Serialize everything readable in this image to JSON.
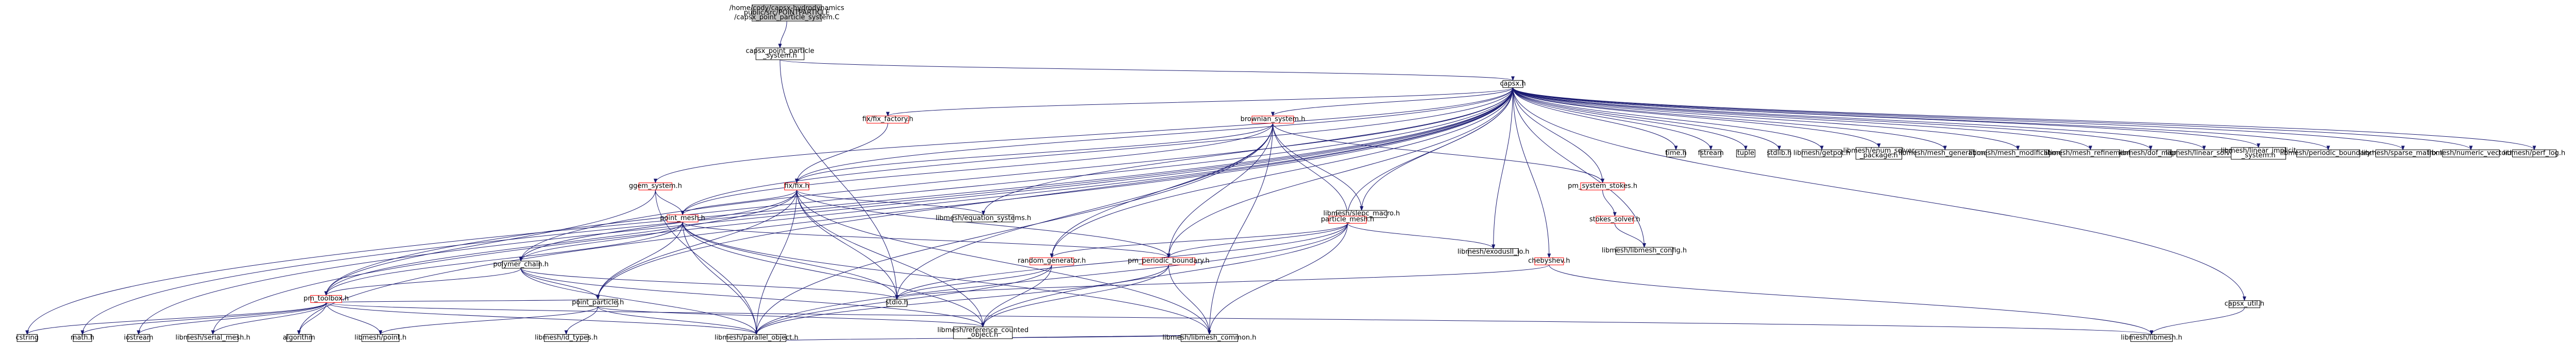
{
  "nodes": [
    {
      "id": "root",
      "lines": [
        "/home/cody/capsx-hydrodynamics",
        "public/src/POINTPARTICLE",
        "/capsx_point_particle_system.C"
      ],
      "style": "root"
    },
    {
      "id": "cpps",
      "lines": [
        "capsx_point_particle",
        "_system.h"
      ]
    },
    {
      "id": "capsx",
      "lines": [
        "capsx.h"
      ]
    },
    {
      "id": "fix_factory",
      "lines": [
        "fix/fix_factory.h"
      ],
      "style": "red"
    },
    {
      "id": "brownian",
      "lines": [
        "brownian_system.h"
      ],
      "style": "red"
    },
    {
      "id": "time",
      "lines": [
        "time.h"
      ]
    },
    {
      "id": "fstream",
      "lines": [
        "fstream"
      ]
    },
    {
      "id": "tuple",
      "lines": [
        "tuple"
      ]
    },
    {
      "id": "stdlib",
      "lines": [
        "stdlib.h"
      ]
    },
    {
      "id": "getpot",
      "lines": [
        "libmesh/getpot.h"
      ]
    },
    {
      "id": "enum_solver",
      "lines": [
        "libmesh/enum_solver",
        "_package.h"
      ]
    },
    {
      "id": "mesh_gen",
      "lines": [
        "libmesh/mesh_generation.h"
      ]
    },
    {
      "id": "mesh_mod",
      "lines": [
        "libmesh/mesh_modification.h"
      ]
    },
    {
      "id": "mesh_ref",
      "lines": [
        "libmesh/mesh_refinement.h"
      ]
    },
    {
      "id": "dof_map",
      "lines": [
        "libmesh/dof_map.h"
      ]
    },
    {
      "id": "linear_solver",
      "lines": [
        "libmesh/linear_solver.h"
      ]
    },
    {
      "id": "linear_implicit",
      "lines": [
        "libmesh/linear_implicit",
        "_system.h"
      ]
    },
    {
      "id": "periodic_boundary",
      "lines": [
        "libmesh/periodic_boundary.h"
      ]
    },
    {
      "id": "sparse_matrix",
      "lines": [
        "libmesh/sparse_matrix.h"
      ]
    },
    {
      "id": "numeric_vector",
      "lines": [
        "libmesh/numeric_vector.h"
      ]
    },
    {
      "id": "perf_log",
      "lines": [
        "libmesh/perf_log.h"
      ]
    },
    {
      "id": "ggem",
      "lines": [
        "ggem_system.h"
      ],
      "style": "red"
    },
    {
      "id": "fix",
      "lines": [
        "fix/fix.h"
      ],
      "style": "red"
    },
    {
      "id": "slepc",
      "lines": [
        "libmesh/slepc_macro.h"
      ]
    },
    {
      "id": "pm_stokes",
      "lines": [
        "pm_system_stokes.h"
      ],
      "style": "red"
    },
    {
      "id": "stokes_solver",
      "lines": [
        "stokes_solver.h"
      ],
      "style": "red"
    },
    {
      "id": "equation_systems",
      "lines": [
        "libmesh/equation_systems.h"
      ]
    },
    {
      "id": "point_mesh",
      "lines": [
        "point_mesh.h"
      ],
      "style": "red"
    },
    {
      "id": "particle_mesh",
      "lines": [
        "particle_mesh.h"
      ],
      "style": "red"
    },
    {
      "id": "exodus",
      "lines": [
        "libmesh/exodusII_io.h"
      ]
    },
    {
      "id": "polymer_chain",
      "lines": [
        "polymer_chain.h"
      ]
    },
    {
      "id": "random_gen",
      "lines": [
        "random_generator.h"
      ],
      "style": "red"
    },
    {
      "id": "pm_periodic",
      "lines": [
        "pm_periodic_boundary.h"
      ],
      "style": "red"
    },
    {
      "id": "chebyshev",
      "lines": [
        "chebyshev.h"
      ],
      "style": "red"
    },
    {
      "id": "libmesh_config",
      "lines": [
        "libmesh/libmesh_config.h"
      ]
    },
    {
      "id": "pm_toolbox",
      "lines": [
        "pm_toolbox.h"
      ],
      "style": "red"
    },
    {
      "id": "point_particle",
      "lines": [
        "point_particle.h"
      ]
    },
    {
      "id": "stdio",
      "lines": [
        "stdio.h"
      ]
    },
    {
      "id": "capsx_util",
      "lines": [
        "capsx_util.h"
      ]
    },
    {
      "id": "cstring",
      "lines": [
        "cstring"
      ]
    },
    {
      "id": "math",
      "lines": [
        "math.h"
      ]
    },
    {
      "id": "iostream",
      "lines": [
        "iostream"
      ]
    },
    {
      "id": "serial_mesh",
      "lines": [
        "libmesh/serial_mesh.h"
      ]
    },
    {
      "id": "algorithm",
      "lines": [
        "algorithm"
      ]
    },
    {
      "id": "lm_point",
      "lines": [
        "libmesh/point.h"
      ]
    },
    {
      "id": "id_types",
      "lines": [
        "libmesh/id_types.h"
      ]
    },
    {
      "id": "parallel_object",
      "lines": [
        "libmesh/parallel_object.h"
      ]
    },
    {
      "id": "reference_counted",
      "lines": [
        "libmesh/reference_counted",
        "_object.h"
      ]
    },
    {
      "id": "libmesh_common",
      "lines": [
        "libmesh/libmesh_common.h"
      ]
    },
    {
      "id": "libmesh_h",
      "lines": [
        "libmesh/libmesh.h"
      ]
    }
  ],
  "edges": [
    [
      "root",
      "cpps"
    ],
    [
      "cpps",
      "capsx"
    ],
    [
      "cpps",
      "stdio"
    ],
    [
      "capsx",
      "fix_factory"
    ],
    [
      "capsx",
      "brownian"
    ],
    [
      "capsx",
      "time"
    ],
    [
      "capsx",
      "fstream"
    ],
    [
      "capsx",
      "tuple"
    ],
    [
      "capsx",
      "stdlib"
    ],
    [
      "capsx",
      "getpot"
    ],
    [
      "capsx",
      "enum_solver"
    ],
    [
      "capsx",
      "mesh_gen"
    ],
    [
      "capsx",
      "mesh_mod"
    ],
    [
      "capsx",
      "mesh_ref"
    ],
    [
      "capsx",
      "dof_map"
    ],
    [
      "capsx",
      "linear_solver"
    ],
    [
      "capsx",
      "linear_implicit"
    ],
    [
      "capsx",
      "periodic_boundary"
    ],
    [
      "capsx",
      "sparse_matrix"
    ],
    [
      "capsx",
      "numeric_vector"
    ],
    [
      "capsx",
      "perf_log"
    ],
    [
      "capsx",
      "ggem"
    ],
    [
      "capsx",
      "fix"
    ],
    [
      "capsx",
      "slepc"
    ],
    [
      "capsx",
      "pm_stokes"
    ],
    [
      "capsx",
      "equation_systems"
    ],
    [
      "capsx",
      "point_mesh"
    ],
    [
      "capsx",
      "particle_mesh"
    ],
    [
      "capsx",
      "exodus"
    ],
    [
      "capsx",
      "polymer_chain"
    ],
    [
      "capsx",
      "random_gen"
    ],
    [
      "capsx",
      "pm_periodic"
    ],
    [
      "capsx",
      "chebyshev"
    ],
    [
      "capsx",
      "libmesh_config"
    ],
    [
      "capsx",
      "pm_toolbox"
    ],
    [
      "capsx",
      "point_particle"
    ],
    [
      "capsx",
      "capsx_util"
    ],
    [
      "capsx",
      "cstring"
    ],
    [
      "capsx",
      "math"
    ],
    [
      "capsx",
      "iostream"
    ],
    [
      "capsx",
      "serial_mesh"
    ],
    [
      "capsx",
      "algorithm"
    ],
    [
      "fix_factory",
      "fix"
    ],
    [
      "brownian",
      "fix"
    ],
    [
      "brownian",
      "slepc"
    ],
    [
      "brownian",
      "pm_stokes"
    ],
    [
      "brownian",
      "point_mesh"
    ],
    [
      "brownian",
      "particle_mesh"
    ],
    [
      "brownian",
      "random_gen"
    ],
    [
      "brownian",
      "pm_periodic"
    ],
    [
      "brownian",
      "stdio"
    ],
    [
      "brownian",
      "libmesh_common"
    ],
    [
      "brownian",
      "parallel_object"
    ],
    [
      "ggem",
      "point_mesh"
    ],
    [
      "ggem",
      "pm_toolbox"
    ],
    [
      "ggem",
      "parallel_object"
    ],
    [
      "fix",
      "point_mesh"
    ],
    [
      "fix",
      "equation_systems"
    ],
    [
      "fix",
      "polymer_chain"
    ],
    [
      "fix",
      "pm_periodic"
    ],
    [
      "fix",
      "stdio"
    ],
    [
      "fix",
      "parallel_object"
    ],
    [
      "fix",
      "reference_counted"
    ],
    [
      "fix",
      "libmesh_common"
    ],
    [
      "fix",
      "pm_toolbox"
    ],
    [
      "fix",
      "point_particle"
    ],
    [
      "pm_stokes",
      "stokes_solver"
    ],
    [
      "stokes_solver",
      "libmesh_config"
    ],
    [
      "point_mesh",
      "polymer_chain"
    ],
    [
      "point_mesh",
      "pm_periodic"
    ],
    [
      "point_mesh",
      "stdio"
    ],
    [
      "point_mesh",
      "point_particle"
    ],
    [
      "point_mesh",
      "parallel_object"
    ],
    [
      "point_mesh",
      "reference_counted"
    ],
    [
      "point_mesh",
      "pm_toolbox"
    ],
    [
      "point_mesh",
      "libmesh_common"
    ],
    [
      "particle_mesh",
      "random_gen"
    ],
    [
      "particle_mesh",
      "exodus"
    ],
    [
      "particle_mesh",
      "pm_periodic"
    ],
    [
      "particle_mesh",
      "stdio"
    ],
    [
      "particle_mesh",
      "parallel_object"
    ],
    [
      "particle_mesh",
      "reference_counted"
    ],
    [
      "particle_mesh",
      "libmesh_common"
    ],
    [
      "polymer_chain",
      "pm_toolbox"
    ],
    [
      "polymer_chain",
      "point_particle"
    ],
    [
      "polymer_chain",
      "stdio"
    ],
    [
      "polymer_chain",
      "parallel_object"
    ],
    [
      "polymer_chain",
      "reference_counted"
    ],
    [
      "random_gen",
      "stdio"
    ],
    [
      "random_gen",
      "parallel_object"
    ],
    [
      "random_gen",
      "reference_counted"
    ],
    [
      "pm_periodic",
      "parallel_object"
    ],
    [
      "pm_periodic",
      "reference_counted"
    ],
    [
      "pm_periodic",
      "libmesh_common"
    ],
    [
      "chebyshev",
      "stdio"
    ],
    [
      "chebyshev",
      "libmesh_h"
    ],
    [
      "pm_toolbox",
      "cstring"
    ],
    [
      "pm_toolbox",
      "math"
    ],
    [
      "pm_toolbox",
      "iostream"
    ],
    [
      "pm_toolbox",
      "serial_mesh"
    ],
    [
      "pm_toolbox",
      "algorithm"
    ],
    [
      "pm_toolbox",
      "lm_point"
    ],
    [
      "pm_toolbox",
      "parallel_object"
    ],
    [
      "pm_toolbox",
      "libmesh_h"
    ],
    [
      "pm_toolbox",
      "point_particle"
    ],
    [
      "point_particle",
      "lm_point"
    ],
    [
      "point_particle",
      "id_types"
    ],
    [
      "point_particle",
      "parallel_object"
    ],
    [
      "point_particle",
      "reference_counted"
    ],
    [
      "capsx_util",
      "libmesh_h"
    ],
    [
      "parallel_object",
      "libmesh_common"
    ],
    [
      "reference_counted",
      "libmesh_common"
    ]
  ]
}
